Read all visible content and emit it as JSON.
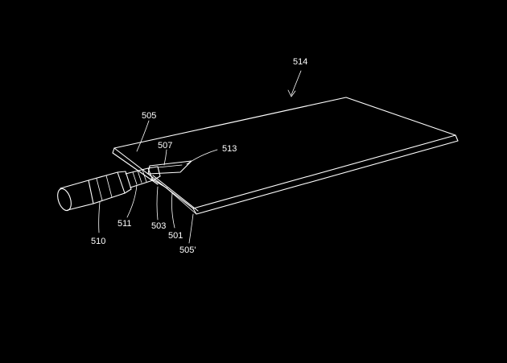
{
  "figure": {
    "background_color": "#000000",
    "line_color": "#ffffff",
    "reference_labels": {
      "card": "514",
      "top_face": "505",
      "bottom_face": "505'",
      "connector_body": "510",
      "connector_tip": "511",
      "slot_tab": "507",
      "flap": "513",
      "slot_edge": "503",
      "edge": "501"
    }
  }
}
